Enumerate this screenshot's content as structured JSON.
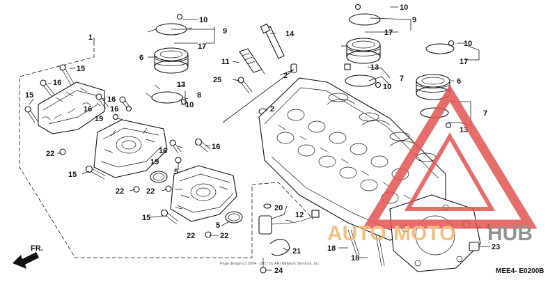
{
  "diagram": {
    "code": "MEE4- E0200B",
    "copyright": "Page design (c) 2004 - 2017 by ARI Network Services, Inc.",
    "front_marker": "FR.",
    "watermark": {
      "part1": "AUTO",
      "part2": "MOTO",
      "part3": "HUB",
      "color_orange": "#f3b46a",
      "color_grey": "#7f7f7f",
      "color_red": "#e25450"
    },
    "callouts": {
      "c1": "1",
      "c2a": "2",
      "c2b": "2",
      "c4": "4",
      "c5a": "5",
      "c5b": "5",
      "c6a": "6",
      "c6b": "6",
      "c7a": "7",
      "c7b": "7",
      "c8": "8",
      "c9a": "9",
      "c9b": "9",
      "c10a": "10",
      "c10b": "10",
      "c10c": "10",
      "c10d": "10",
      "c10e": "10",
      "c11": "11",
      "c12": "12",
      "c13a": "13",
      "c13b": "13",
      "c13c": "13",
      "c14": "14",
      "c15a": "15",
      "c15b": "15",
      "c15c": "15",
      "c15d": "15",
      "c16a": "16",
      "c16b": "16",
      "c16c": "16",
      "c16d": "16",
      "c16e": "16",
      "c16f": "16",
      "c17a": "17",
      "c17b": "17",
      "c17c": "17",
      "c18a": "18",
      "c18b": "18",
      "c19a": "19",
      "c19b": "19",
      "c20": "20",
      "c21": "21",
      "c22a": "22",
      "c22b": "22",
      "c22c": "22",
      "c22d": "22",
      "c22e": "22",
      "c23": "23",
      "c24": "24",
      "c25": "25"
    }
  }
}
